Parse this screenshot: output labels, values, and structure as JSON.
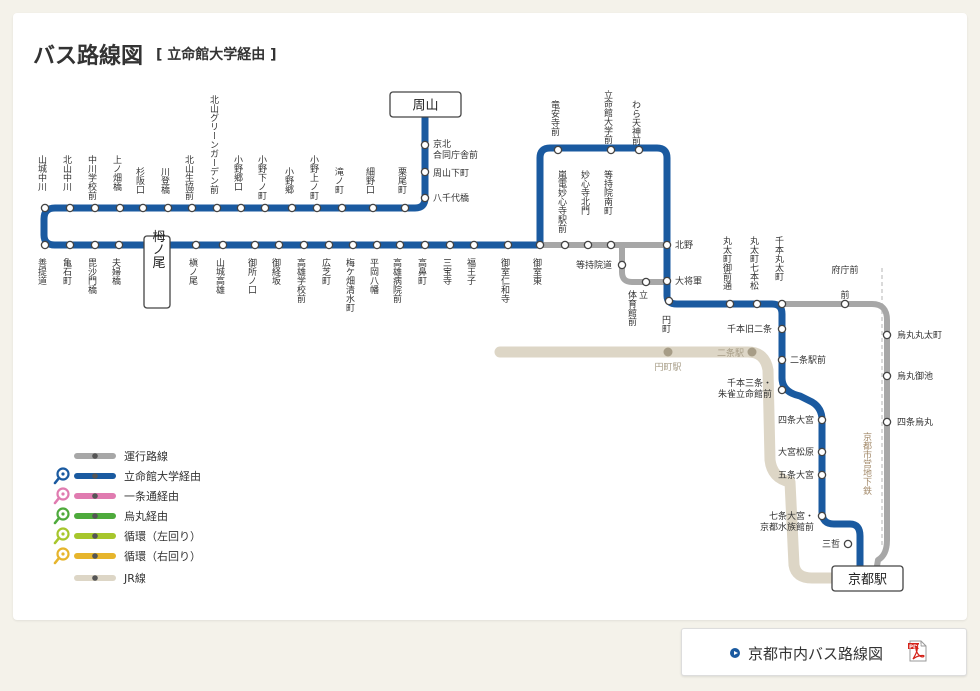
{
  "title": "バス路線図",
  "subtitle": "[ 立命館大学経由 ]",
  "colors": {
    "main_route": "#1a5aa0",
    "operating": "#a7a7a7",
    "ichijo": "#e07bb0",
    "karasuma": "#4eaa3c",
    "loop_left": "#a7c62c",
    "loop_right": "#e6b52c",
    "jr": "#ddd6c6"
  },
  "terminals": {
    "shuzan": "周山",
    "umenoo": "栂ノ尾",
    "kyoto_station": "京都駅"
  },
  "stops_top": [
    "山城中川",
    "北山中川",
    "中川学校前",
    "上ノ畑橋",
    "杉阪口",
    "川登橋",
    "北山生協前",
    "北山グリーンガーデン前",
    "小野郷口",
    "小野下ノ町",
    "小野郷",
    "小野上ノ町",
    "滝ノ町",
    "細野口",
    "栗尾町"
  ],
  "stops_bottom": [
    "善提道",
    "亀石町",
    "毘沙門橋",
    "夫婦橋",
    "槇ノ尾",
    "山城高雄",
    "御所ノ口",
    "御経坂",
    "高雄学校前",
    "広芝町",
    "梅ケ畑清水町",
    "平岡八幡",
    "高雄病院前",
    "高鼻町",
    "三宝寺",
    "福王子",
    "御室仁和寺",
    "御室東"
  ],
  "stops_shuzan": [
    "京北合同庁舎前",
    "周山下町",
    "八千代橋"
  ],
  "stops_top_east": [
    "竜安寺前",
    "立命館大学前",
    "わら天神前"
  ],
  "stops_inner": [
    "嵐電妙心寺駅前",
    "妙心寺北門",
    "等持院南町"
  ],
  "stops_right": [
    "北野",
    "大将軍",
    "円町"
  ],
  "stops_tojiin": [
    "等持院道",
    "体育館前"
  ],
  "tojiin_extra": "立",
  "stops_marutamachi": [
    "丸太町御前通",
    "丸太町七本松",
    "千本丸太町"
  ],
  "fuchomae": "府庁前",
  "stops_senbon": [
    "千本旧二条",
    "二条駅前",
    "千本三条・朱雀立命館前",
    "四条大宮",
    "大宮松原",
    "五条大宮",
    "七条大宮・京都水族館前",
    "三哲"
  ],
  "stops_karasuma": [
    "烏丸丸太町",
    "烏丸御池",
    "四条烏丸"
  ],
  "jr_stations": [
    "二条駅",
    "円町駅"
  ],
  "subway_label": "京都市営地下鉄",
  "legend": [
    {
      "label": "運行路線",
      "color": "#a7a7a7",
      "icon": "none"
    },
    {
      "label": "立命館大学経由",
      "color": "#1a5aa0",
      "icon": "magnifier-icon"
    },
    {
      "label": "一条通経由",
      "color": "#e07bb0",
      "icon": "magnifier-icon"
    },
    {
      "label": "烏丸経由",
      "color": "#4eaa3c",
      "icon": "magnifier-icon"
    },
    {
      "label": "循環（左回り）",
      "color": "#a7c62c",
      "icon": "magnifier-icon"
    },
    {
      "label": "循環（右回り）",
      "color": "#e6b52c",
      "icon": "magnifier-icon"
    },
    {
      "label": "JR線",
      "color": "#ddd6c6",
      "icon": "none"
    }
  ],
  "map_link": {
    "label": "京都市内バス路線図",
    "icon": "pdf-icon"
  }
}
